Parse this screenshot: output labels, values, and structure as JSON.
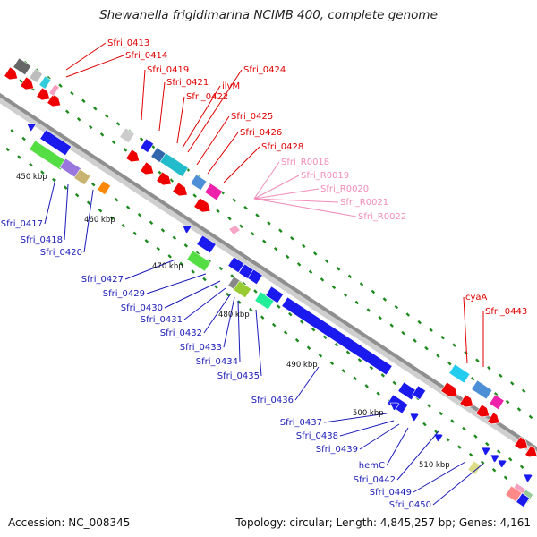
{
  "title": "Shewanella frigidimarina NCIMB 400, complete genome",
  "footer": {
    "accession": "Accession: NC_008345",
    "topology": "Topology: circular; Length: 4,845,257 bp; Genes: 4,161"
  },
  "colors": {
    "forward_gene": "#ee0000",
    "reverse_gene": "#1a1aee",
    "rna": "#f7a6c8",
    "backbone": "#9a9a9a",
    "tick": "#1e8a1e"
  },
  "scale_labels": [
    "450 kbp",
    "460 kbp",
    "470 kbp",
    "480 kbp",
    "490 kbp",
    "500 kbp",
    "510 kbp"
  ],
  "forward_labels": [
    "Sfri_0413",
    "Sfri_0414",
    "Sfri_0419",
    "Sfri_0421",
    "Sfri_0422",
    "ilvM",
    "Sfri_0424",
    "Sfri_0425",
    "Sfri_0426",
    "Sfri_0428",
    "cyaA",
    "Sfri_0443"
  ],
  "rna_labels": [
    "Sfri_R0018",
    "Sfri_R0019",
    "Sfri_R0020",
    "Sfri_R0021",
    "Sfri_R0022"
  ],
  "reverse_labels": [
    "Sfri_0417",
    "Sfri_0418",
    "Sfri_0420",
    "Sfri_0427",
    "Sfri_0429",
    "Sfri_0430",
    "Sfri_0431",
    "Sfri_0432",
    "Sfri_0433",
    "Sfri_0434",
    "Sfri_0435",
    "Sfri_0436",
    "Sfri_0437",
    "Sfri_0438",
    "Sfri_0439",
    "hemC",
    "Sfri_0442",
    "Sfri_0449",
    "Sfri_0450"
  ]
}
